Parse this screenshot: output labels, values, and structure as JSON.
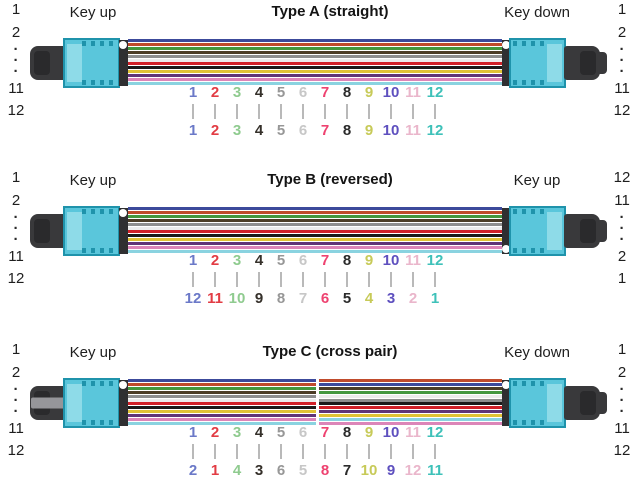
{
  "colors": {
    "connector_body": "#5ac6db",
    "connector_edge": "#1f93ab",
    "connector_latch": "#8edbe8",
    "boot": "#39393b",
    "boot_inner": "#2a2a2c",
    "boot_bar": "#96969a",
    "ferrule_strip": "#2f2f31",
    "key_dot": "#ffffff",
    "tick": "#b9b9b9"
  },
  "fiber_colors": [
    "#3c4a9b",
    "#c04b2c",
    "#44973f",
    "#4c3d26",
    "#8e8e8e",
    "#ececec",
    "#d02028",
    "#1a1a1a",
    "#e0c235",
    "#5f3477",
    "#dc85b8",
    "#8ad3e0"
  ],
  "digit_colors": [
    "#6b79c8",
    "#e23c44",
    "#8fcb8f",
    "#35302a",
    "#979797",
    "#c7c7c7",
    "#ee4270",
    "#2b2b2b",
    "#c7ca58",
    "#5e50bf",
    "#eab6cb",
    "#3ec1b9"
  ],
  "sections": [
    {
      "id": "type-a",
      "title": "Type A (straight)",
      "key_left": "Key up",
      "key_right": "Key down",
      "pins_left": [
        "1",
        "2",
        "·",
        "·",
        "·",
        "11",
        "12"
      ],
      "pins_right": [
        "1",
        "2",
        "·",
        "·",
        "·",
        "11",
        "12"
      ],
      "dot_left": "top",
      "dot_right": "top",
      "top_row": [
        "1",
        "2",
        "3",
        "4",
        "5",
        "6",
        "7",
        "8",
        "9",
        "10",
        "11",
        "12"
      ],
      "bottom_row": [
        "1",
        "2",
        "3",
        "4",
        "5",
        "6",
        "7",
        "8",
        "9",
        "10",
        "11",
        "12"
      ],
      "crossover": false,
      "boot_bar": false
    },
    {
      "id": "type-b",
      "title": "Type B (reversed)",
      "key_left": "Key up",
      "key_right": "Key up",
      "pins_left": [
        "1",
        "2",
        "·",
        "·",
        "·",
        "11",
        "12"
      ],
      "pins_right": [
        "12",
        "11",
        "·",
        "·",
        "·",
        "2",
        "1"
      ],
      "dot_left": "top",
      "dot_right": "bottom",
      "top_row": [
        "1",
        "2",
        "3",
        "4",
        "5",
        "6",
        "7",
        "8",
        "9",
        "10",
        "11",
        "12"
      ],
      "bottom_row": [
        "12",
        "11",
        "10",
        "9",
        "8",
        "7",
        "6",
        "5",
        "4",
        "3",
        "2",
        "1"
      ],
      "crossover": false,
      "boot_bar": false
    },
    {
      "id": "type-c",
      "title": "Type C (cross pair)",
      "key_left": "Key up",
      "key_right": "Key down",
      "pins_left": [
        "1",
        "2",
        "·",
        "·",
        "·",
        "11",
        "12"
      ],
      "pins_right": [
        "1",
        "2",
        "·",
        "·",
        "·",
        "11",
        "12"
      ],
      "dot_left": "top",
      "dot_right": "top",
      "top_row": [
        "1",
        "2",
        "3",
        "4",
        "5",
        "6",
        "7",
        "8",
        "9",
        "10",
        "11",
        "12"
      ],
      "bottom_row": [
        "2",
        "1",
        "4",
        "3",
        "6",
        "5",
        "8",
        "7",
        "10",
        "9",
        "12",
        "11"
      ],
      "crossover": true,
      "boot_bar": true
    }
  ]
}
